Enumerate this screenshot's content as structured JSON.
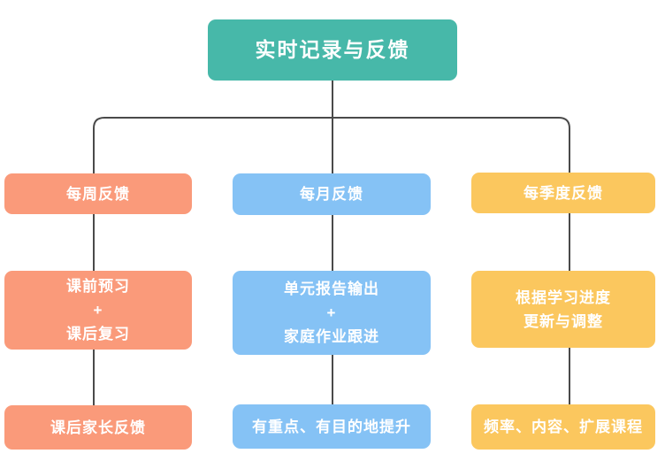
{
  "diagram": {
    "root": {
      "label": "实时记录与反馈"
    },
    "columns": [
      {
        "id": "weekly",
        "top": {
          "label": "每周反馈"
        },
        "middle": {
          "lines": [
            "课前预习",
            "+",
            "课后复习"
          ]
        },
        "bottom": {
          "label": "课后家长反馈"
        }
      },
      {
        "id": "monthly",
        "top": {
          "label": "每月反馈"
        },
        "middle": {
          "lines": [
            "单元报告输出",
            "+",
            "家庭作业跟进"
          ]
        },
        "bottom": {
          "label": "有重点、有目的地提升"
        }
      },
      {
        "id": "quarterly",
        "top": {
          "label": "每季度反馈"
        },
        "middle": {
          "lines": [
            "根据学习进度",
            "更新与调整"
          ]
        },
        "bottom": {
          "label": "频率、内容、扩展课程"
        }
      }
    ]
  },
  "colors": {
    "root_box": "#47B8A9",
    "weekly_box": "#FA9A7A",
    "monthly_box": "#85C2F5",
    "quarterly_box": "#FBC75E",
    "connector_line": "#4A4A4A",
    "box_text": "#FFFFFF",
    "background": "#FFFFFF"
  }
}
